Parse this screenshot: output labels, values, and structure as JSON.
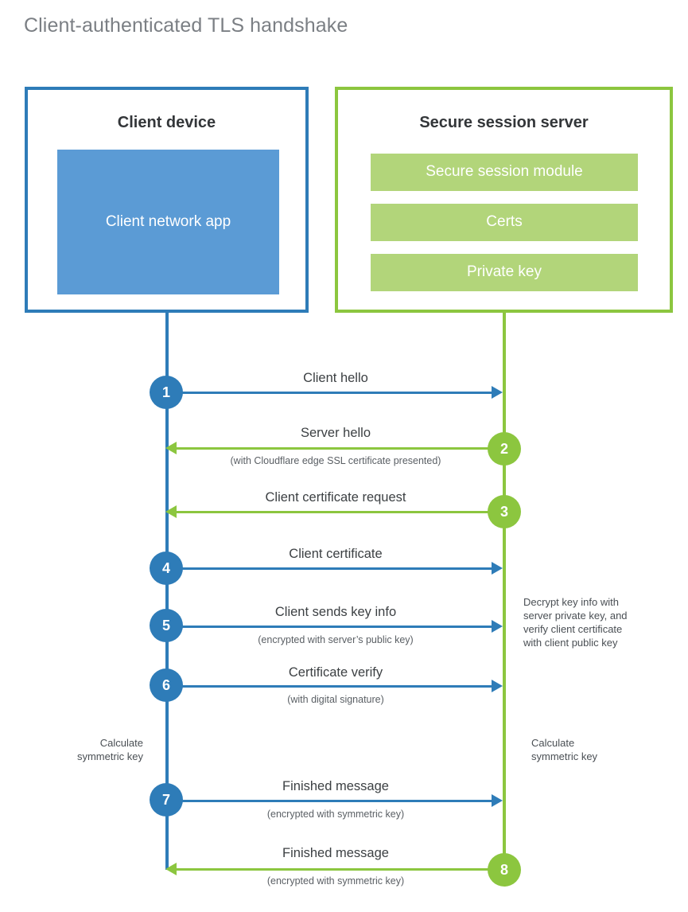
{
  "title": "Client-authenticated TLS handshake",
  "colors": {
    "client_blue": "#2e7cb8",
    "client_panel_blue": "#5b9bd5",
    "server_green": "#8cc63f",
    "server_panel_green": "#b2d57a",
    "title_gray": "#7b7f84",
    "text_dark": "#3c4043"
  },
  "actors": {
    "client": {
      "title": "Client device",
      "panels": [
        {
          "label": "Client network app"
        }
      ]
    },
    "server": {
      "title": "Secure session server",
      "panels": [
        {
          "label": "Secure session module"
        },
        {
          "label": "Certs"
        },
        {
          "label": "Private key"
        }
      ]
    }
  },
  "steps": [
    {
      "number": "1",
      "label": "Client hello",
      "sublabel": "",
      "direction": "client-to-server",
      "color": "blue"
    },
    {
      "number": "2",
      "label": "Server hello",
      "sublabel": "(with Cloudflare edge SSL certificate presented)",
      "direction": "server-to-client",
      "color": "green"
    },
    {
      "number": "3",
      "label": "Client certificate request",
      "sublabel": "",
      "direction": "server-to-client",
      "color": "green"
    },
    {
      "number": "4",
      "label": "Client certificate",
      "sublabel": "",
      "direction": "client-to-server",
      "color": "blue"
    },
    {
      "number": "5",
      "label": "Client sends key info",
      "sublabel": "(encrypted with server’s public key)",
      "direction": "client-to-server",
      "color": "blue"
    },
    {
      "number": "6",
      "label": "Certificate verify",
      "sublabel": "(with digital signature)",
      "direction": "client-to-server",
      "color": "blue"
    },
    {
      "number": "7",
      "label": "Finished message",
      "sublabel": "(encrypted with symmetric key)",
      "direction": "client-to-server",
      "color": "blue"
    },
    {
      "number": "8",
      "label": "Finished message",
      "sublabel": "(encrypted with symmetric key)",
      "direction": "server-to-client",
      "color": "green"
    }
  ],
  "notes": {
    "server_decrypt": "Decrypt key info with\nserver private key, and\nverify client certificate\nwith client public key",
    "client_calculate": "Calculate\nsymmetric key",
    "server_calculate": "Calculate\nsymmetric key"
  }
}
